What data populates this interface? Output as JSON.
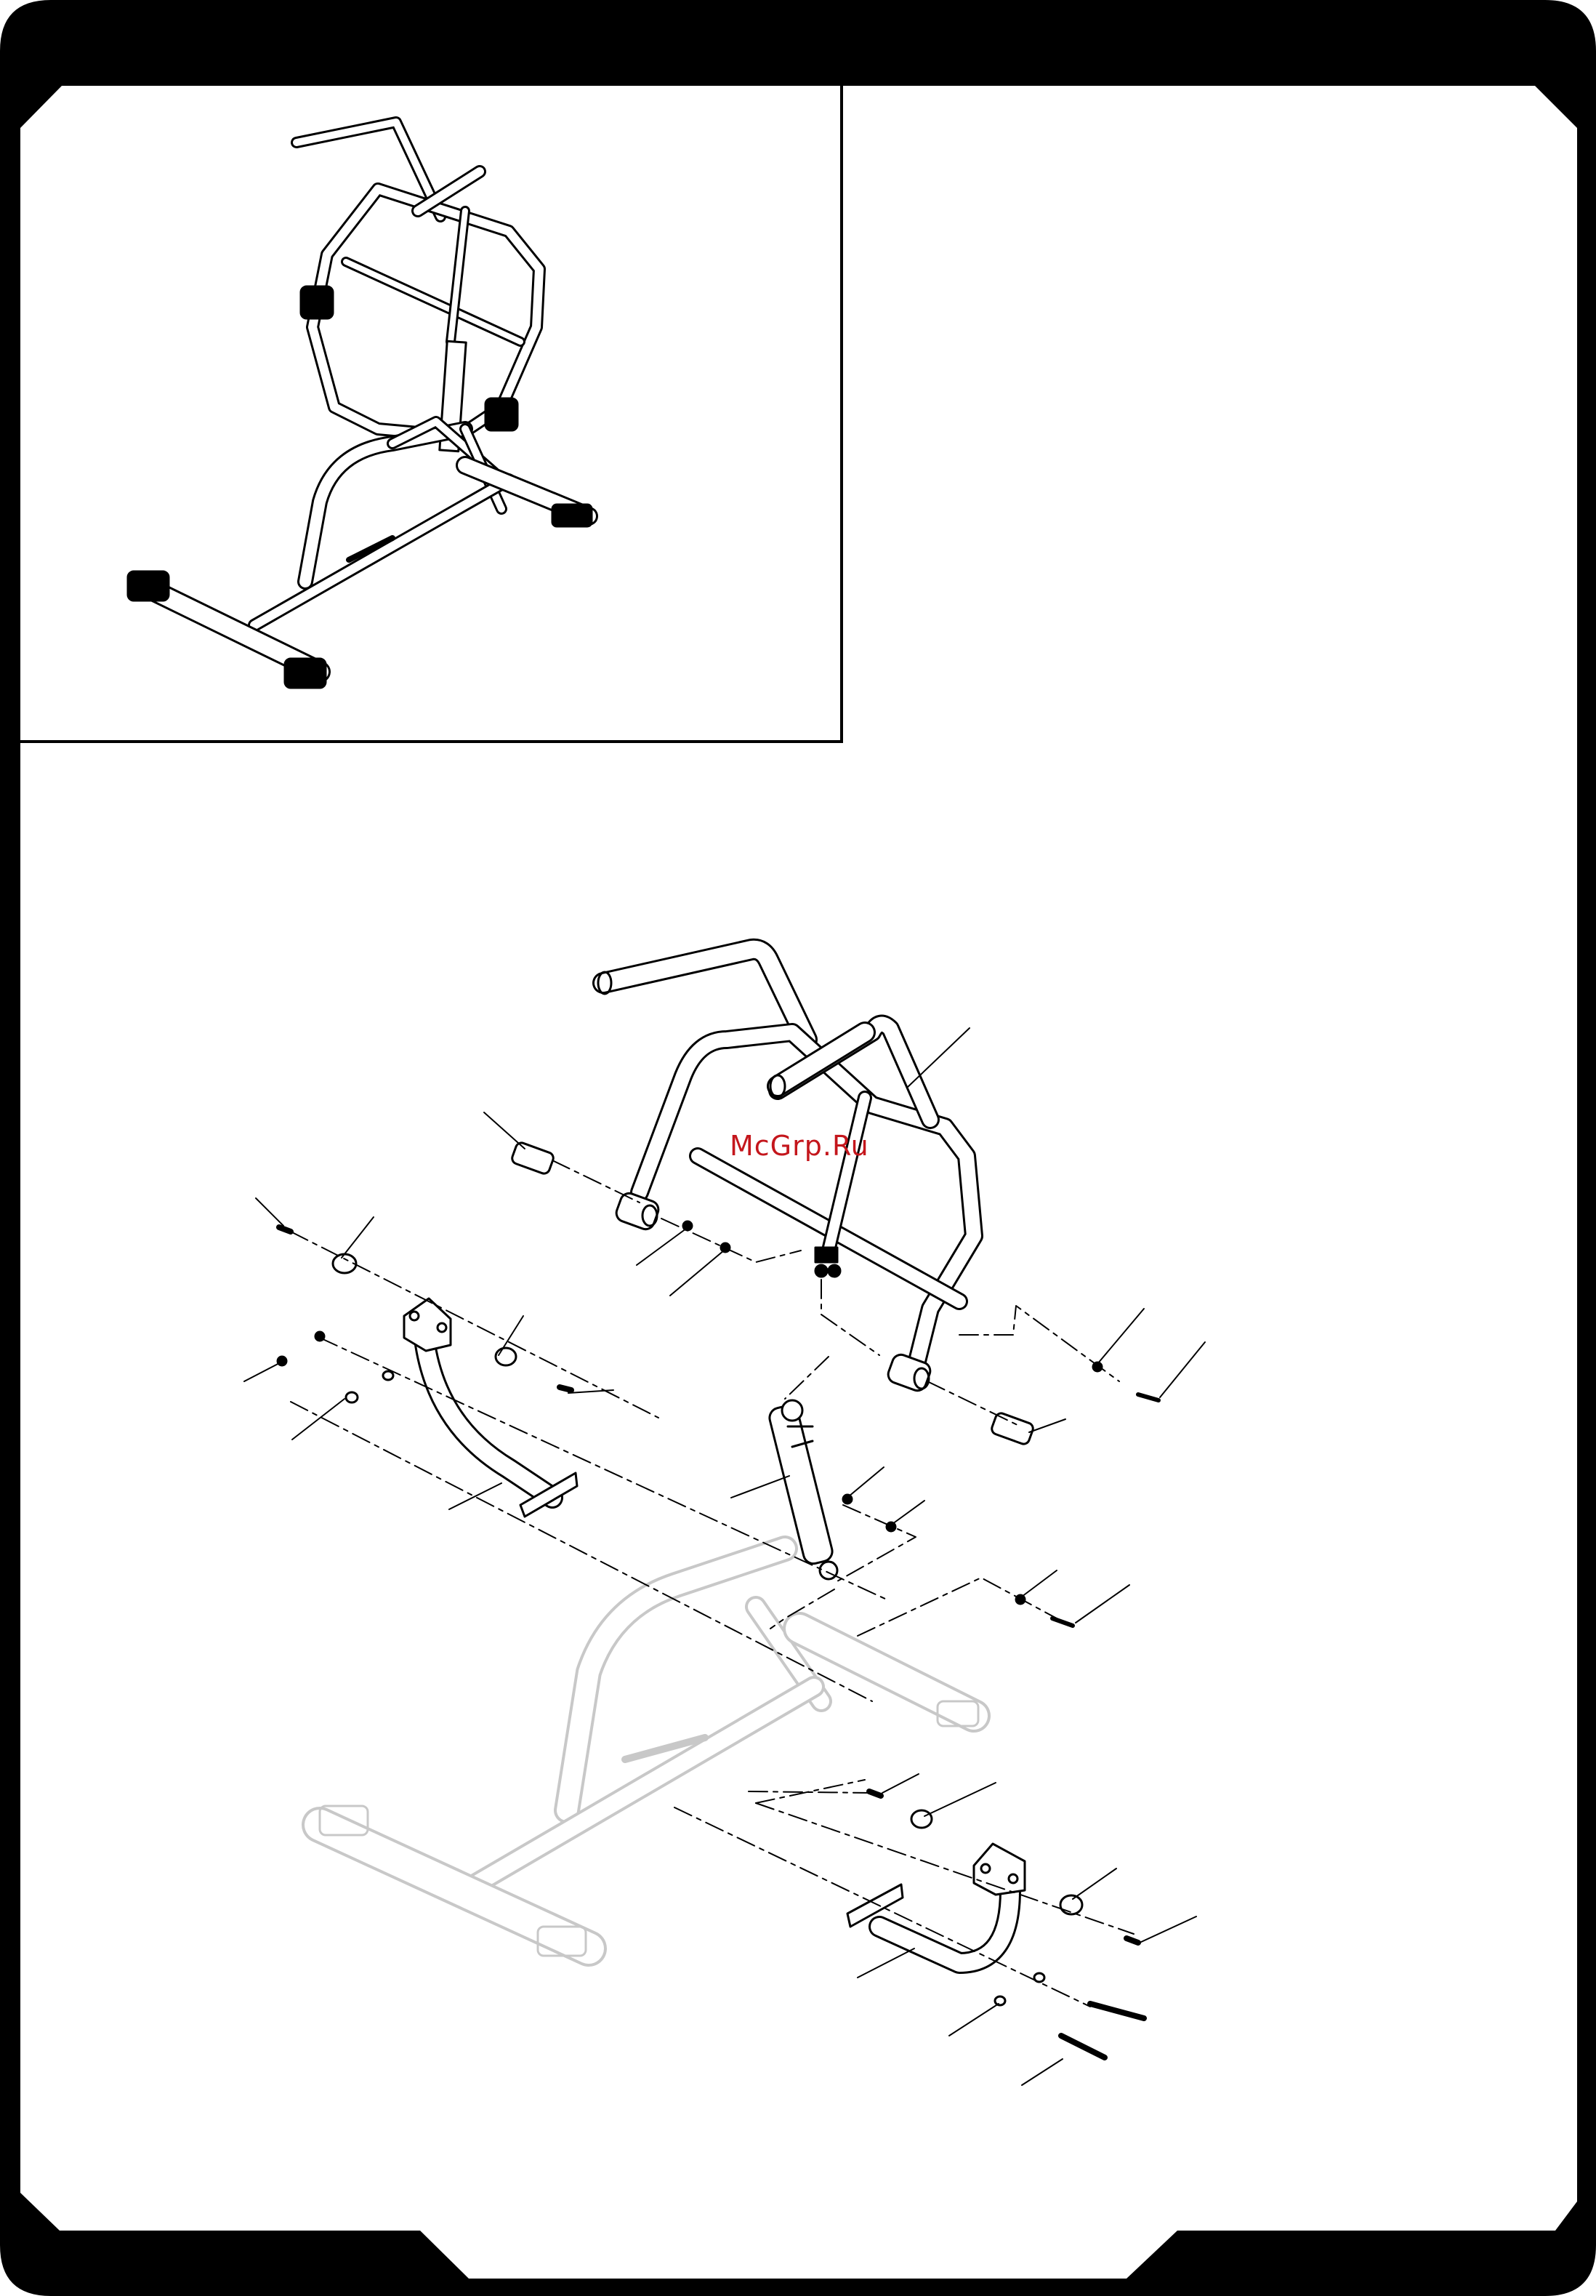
{
  "watermark": {
    "text": "McGrp.Ru"
  },
  "colors": {
    "frame": "#000000",
    "line": "#000000",
    "ghost": "#c8c8c8",
    "watermark": "#c4161c"
  },
  "views": [
    {
      "name": "assembled-overview",
      "description_visible": false
    },
    {
      "name": "exploded-assembly",
      "description_visible": false
    }
  ]
}
